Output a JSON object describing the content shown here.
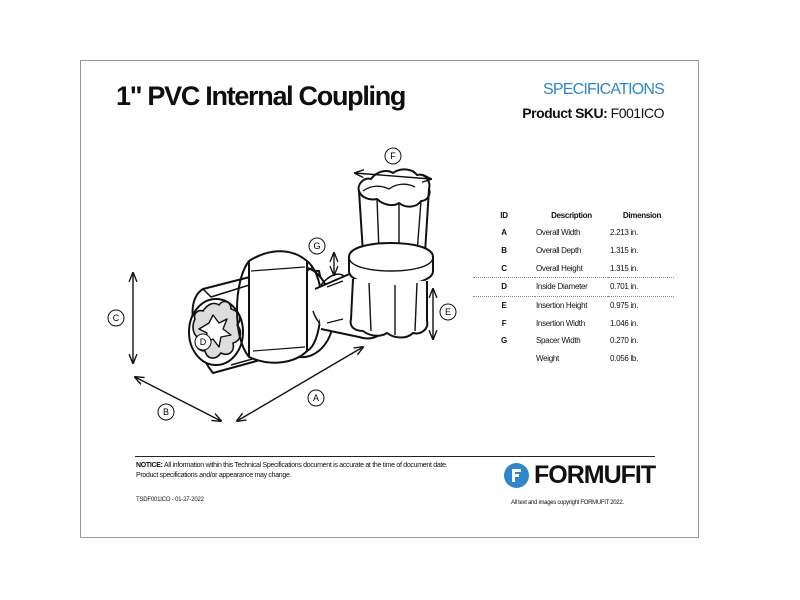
{
  "header": {
    "title": "1\" PVC Internal Coupling",
    "spec_label": "SPECIFICATIONS",
    "sku_label": "Product SKU:",
    "sku_value": " F001ICO"
  },
  "drawing": {
    "labels": {
      "a": "A",
      "b": "B",
      "c": "C",
      "d": "D",
      "e": "E",
      "f": "F",
      "g": "G"
    }
  },
  "spec_table": {
    "headers": [
      "ID",
      "Description",
      "Dimension"
    ],
    "rows": [
      {
        "id": "A",
        "desc": "Overall Width",
        "dim": "2.213 in."
      },
      {
        "id": "B",
        "desc": "Overall Depth",
        "dim": "1.315 in."
      },
      {
        "id": "C",
        "desc": "Overall Height",
        "dim": "1.315 in."
      },
      {
        "id": "D",
        "desc": "Inside Diameter",
        "dim": "0.701 in."
      },
      {
        "id": "E",
        "desc": "Insertion Height",
        "dim": "0.975 in."
      },
      {
        "id": "F",
        "desc": "Insertion Width",
        "dim": "1.046 in."
      },
      {
        "id": "G",
        "desc": "Spacer Width",
        "dim": "0.270 in."
      },
      {
        "id": "",
        "desc": "Weight",
        "dim": "0.056 lb."
      }
    ]
  },
  "footer": {
    "notice_label": "NOTICE:",
    "notice_text": " All information within this Technical Specifications document is accurate at the time of document date. Product specifications and/or appearance may change.",
    "doc_id": "TSDF001ICO - 01-27-2022",
    "brand": "FORMUFIT",
    "copyright": "All text and images copyright FORMUFIT 2022."
  },
  "colors": {
    "accent": "#2f86c9",
    "text": "#111111",
    "border": "#9a9a9a"
  },
  "icons": {
    "brand_logo": "formufit-f-logo-icon"
  }
}
